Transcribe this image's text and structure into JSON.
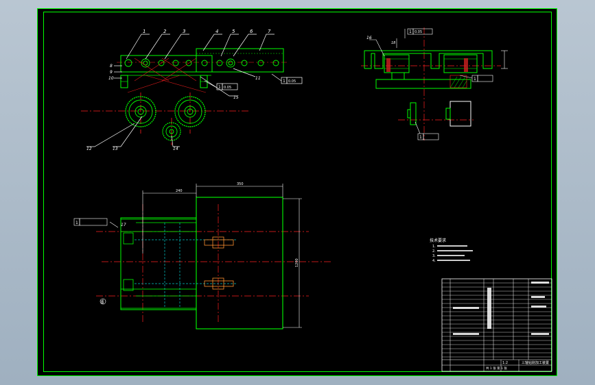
{
  "colors": {
    "background": "#a9b8c6",
    "sheet": "#000000",
    "border": "#00ff00",
    "part": "#00ff00",
    "centerline": "#ff2020",
    "annotation": "#ffffff",
    "hidden": "#00c8c8"
  },
  "callouts": [
    {
      "num": "1"
    },
    {
      "num": "2"
    },
    {
      "num": "3"
    },
    {
      "num": "4"
    },
    {
      "num": "5"
    },
    {
      "num": "6"
    },
    {
      "num": "7"
    },
    {
      "num": "8"
    },
    {
      "num": "9"
    },
    {
      "num": "10"
    },
    {
      "num": "11"
    },
    {
      "num": "12"
    },
    {
      "num": "13"
    },
    {
      "num": "14"
    },
    {
      "num": "15"
    },
    {
      "num": "16"
    },
    {
      "num": "17"
    },
    {
      "num": "18"
    }
  ],
  "datum_tags": [
    {
      "num": "1"
    },
    {
      "num": "1"
    },
    {
      "num": "1"
    },
    {
      "num": "1"
    },
    {
      "num": "1"
    },
    {
      "num": "1"
    }
  ],
  "datum_symbols": [
    "0.05",
    "0.05",
    "0.05"
  ],
  "section_mark": "B",
  "dimensions": [
    "240",
    "350",
    "1200"
  ],
  "notes_title": "技术要求",
  "notes": [
    "1.",
    "2.",
    "3.",
    "4."
  ],
  "title_block": {
    "drawing_name": "三轴钻削加工装置",
    "scale": "1:2",
    "sheet_info": "共 1 张 第 1 张"
  }
}
